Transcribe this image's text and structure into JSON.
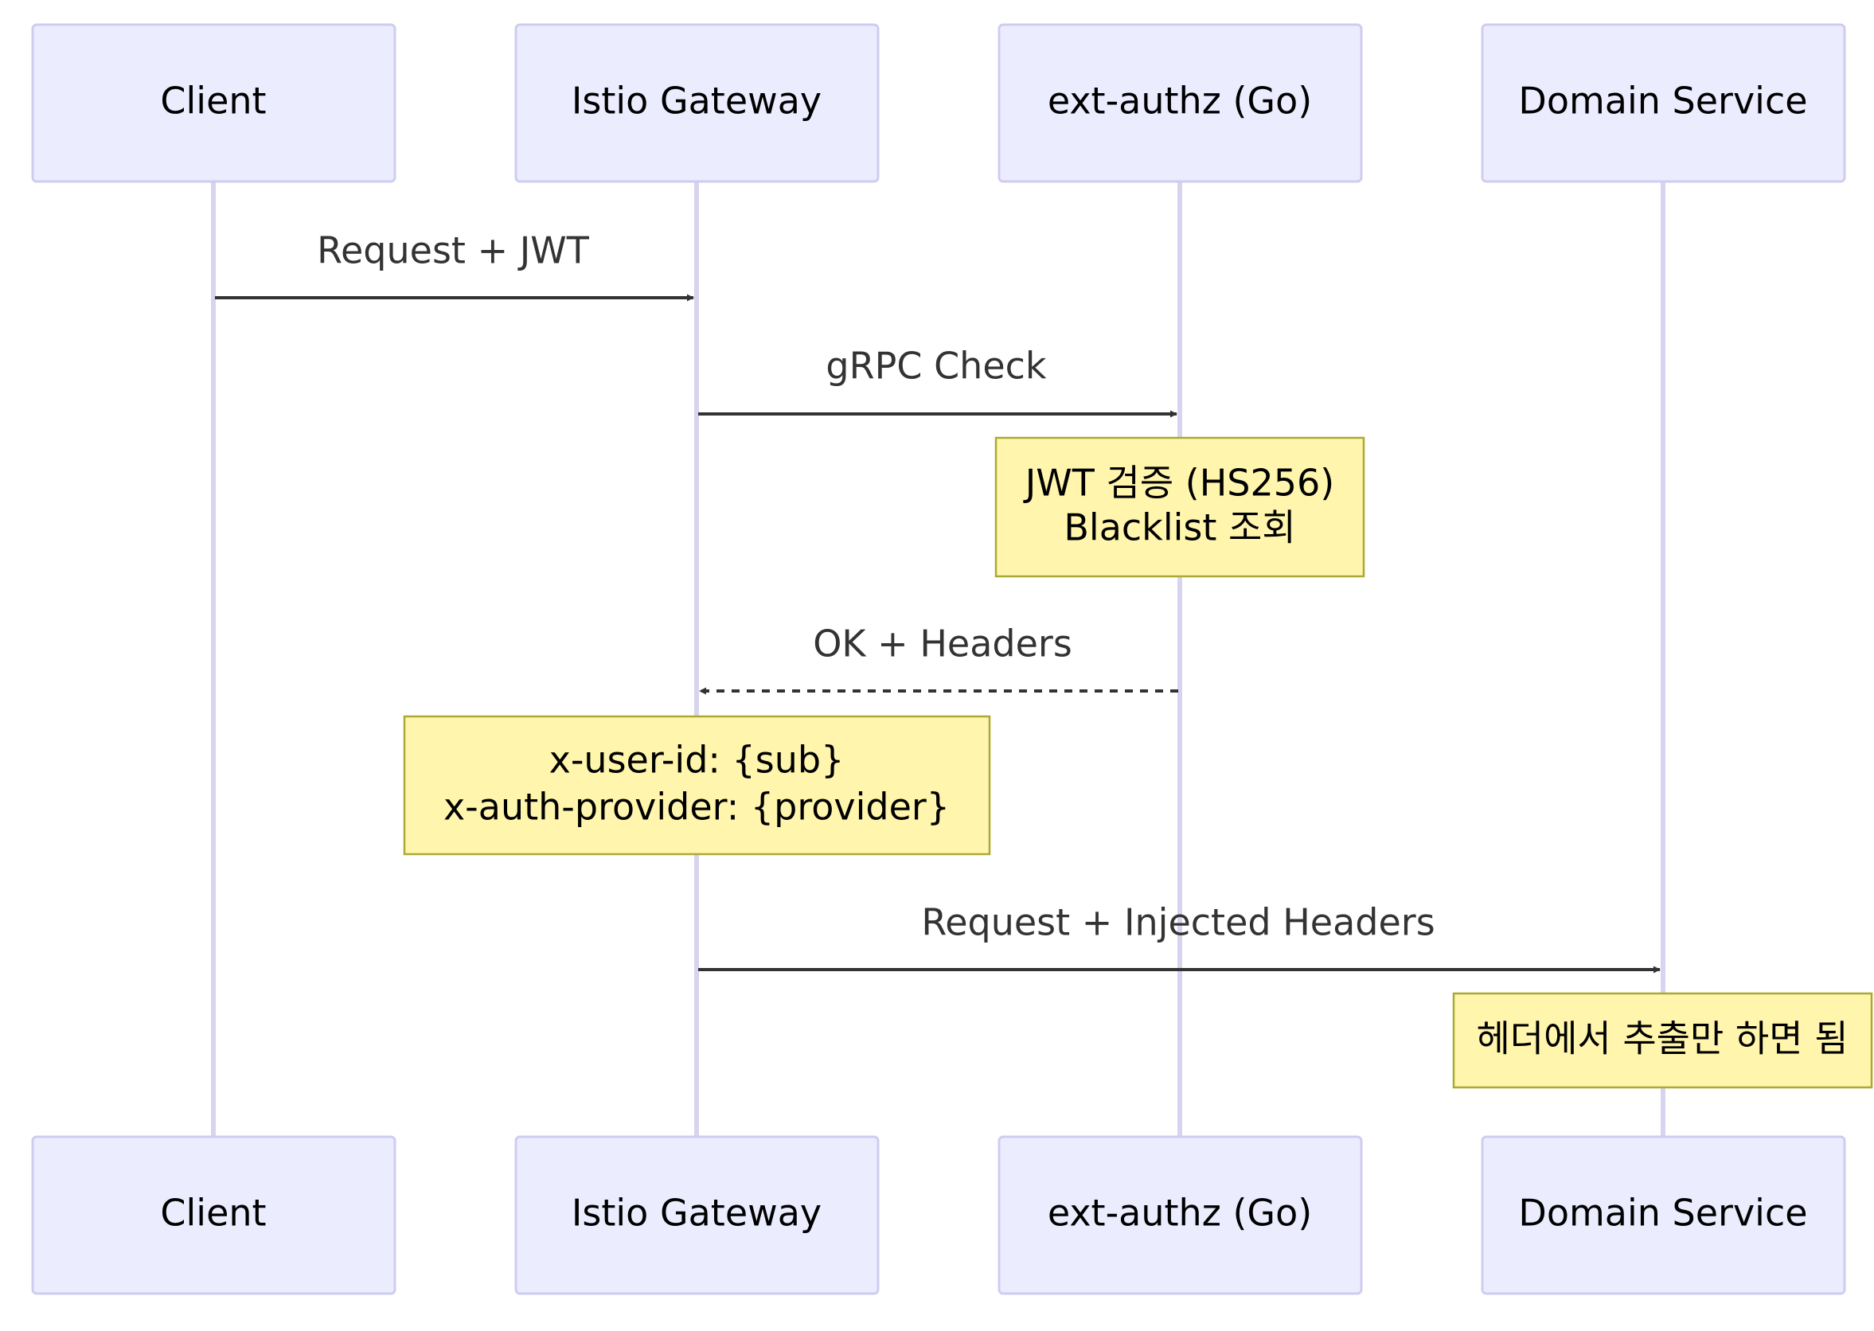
{
  "participants": [
    {
      "id": "client",
      "label": "Client"
    },
    {
      "id": "gateway",
      "label": "Istio Gateway"
    },
    {
      "id": "extauthz",
      "label": "ext-authz (Go)"
    },
    {
      "id": "domain",
      "label": "Domain Service"
    }
  ],
  "messages": [
    {
      "from": "client",
      "to": "gateway",
      "label": "Request + JWT",
      "style": "solid"
    },
    {
      "from": "gateway",
      "to": "extauthz",
      "label": "gRPC Check",
      "style": "solid"
    },
    {
      "from": "extauthz",
      "to": "gateway",
      "label": "OK + Headers",
      "style": "dashed"
    },
    {
      "from": "gateway",
      "to": "domain",
      "label": "Request + Injected Headers",
      "style": "solid"
    }
  ],
  "notes": [
    {
      "over": "extauthz",
      "lines": [
        "JWT 검증 (HS256)",
        "Blacklist 조회"
      ]
    },
    {
      "over": "gateway",
      "lines": [
        "x-user-id: {sub}",
        "x-auth-provider: {provider}"
      ]
    },
    {
      "over": "domain",
      "lines": [
        "헤더에서 추출만 하면 됨"
      ]
    }
  ],
  "colors": {
    "actor_fill": "#ECECFF",
    "actor_border": "#CFCDEF",
    "lifeline": "#D6D4EF",
    "arrow": "#333333",
    "note_fill": "#FFF5AD",
    "note_border": "#AAAA33"
  }
}
